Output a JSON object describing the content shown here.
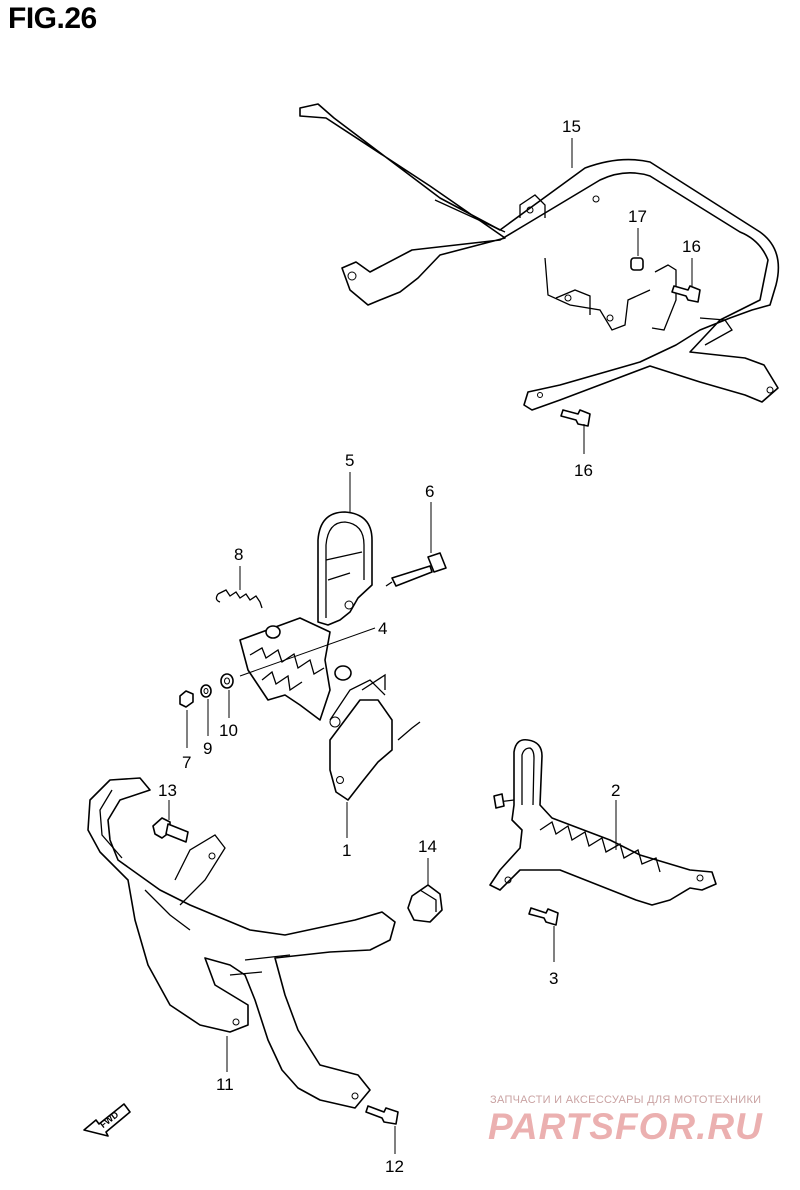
{
  "title": "FIG.26",
  "callouts": {
    "c1": "1",
    "c2": "2",
    "c3": "3",
    "c4": "4",
    "c5": "5",
    "c6": "6",
    "c7": "7",
    "c8": "8",
    "c9": "9",
    "c10": "10",
    "c11": "11",
    "c12": "12",
    "c13": "13",
    "c14": "14",
    "c15": "15",
    "c16a": "16",
    "c16b": "16",
    "c17": "17"
  },
  "fwd_label": "FWD",
  "watermark": {
    "tagline": "ЗАПЧАСТИ И АКСЕССУАРЫ ДЛЯ МОТОТЕХНИКИ",
    "logo": "PARTSFOR.RU"
  }
}
